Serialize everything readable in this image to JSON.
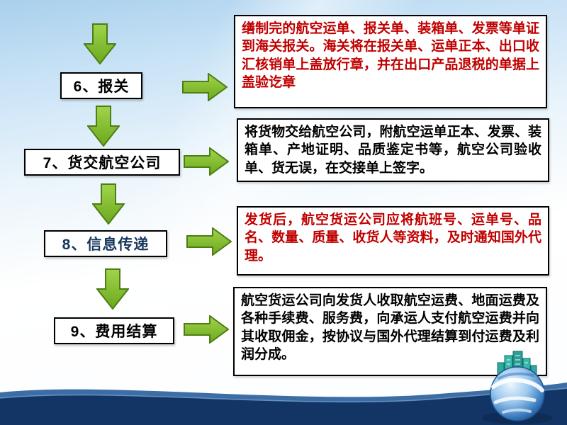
{
  "steps": [
    {
      "label": "6、报关",
      "label_color": "#000000",
      "description": "缮制完的航空运单、报关单、装箱单、发票等单证到海关报关。海关将在报关单、运单正本、出口收汇核销单上盖放行章，并在出口产品退税的单据上盖验讫章",
      "description_color": "#C00000"
    },
    {
      "label": "7、货交航空公司",
      "label_color": "#000000",
      "description": "将货物交给航空公司，附航空运单正本、发票、装箱单、产地证明、品质鉴定书等，航空公司验收单、货无误，在交接单上签字。",
      "description_color": "#000000"
    },
    {
      "label": "8、信息传递",
      "label_color": "#17375D",
      "description": "发货后，航空货运公司应将航班号、运单号、品名、数量、质量、收货人等资料，及时通知国外代理。",
      "description_color": "#C00000"
    },
    {
      "label": "9、费用结算",
      "label_color": "#000000",
      "description": "航空货运公司向发货人收取航空运费、地面运费及各种手续费、服务费，向承运人支付航空运费并向其收取佣金，按协议与国外代理结算到付运费及利润分成。",
      "description_color": "#000000"
    }
  ],
  "icons": {
    "down_arrow": "green block arrow pointing down",
    "right_arrow": "green block arrow pointing right",
    "globe": "earth globe with buildings clipart",
    "wave": "dark blue wave footer decoration"
  },
  "colors": {
    "arrow_fill_top": "#A2D44C",
    "arrow_fill_bottom": "#6AA81C",
    "arrow_border": "#4E7D14",
    "box_border": "#000000",
    "box_background": "#FFFFFF",
    "description_red": "#C00000",
    "label_blue": "#17375D",
    "wave_dark": "#123565",
    "wave_light": "#3C6EA5",
    "background_top": "#A9D0EC"
  }
}
